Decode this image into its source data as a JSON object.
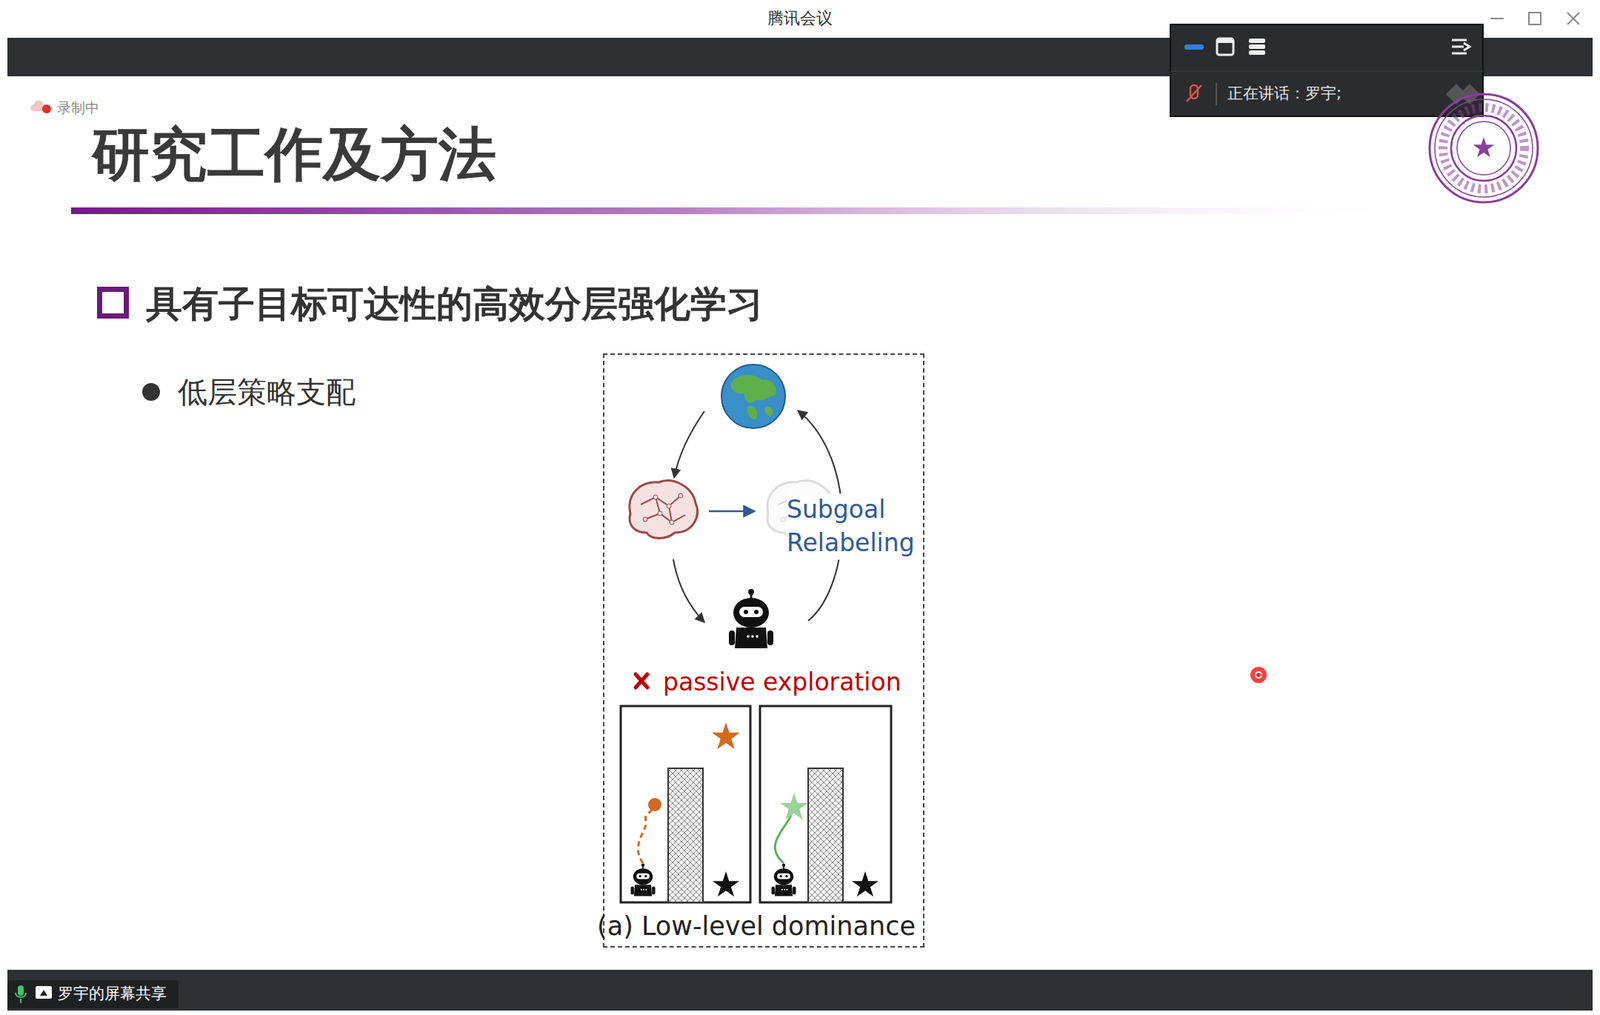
{
  "diagram": {
    "title": "研究工作及方法",
    "nodes": [
      {
        "text": [
          "Subgoal Relabeling",
          "passive exploration",
          "(a) Low-level dominance"
        ]
      }
    ],
    "labels": [
      "腾讯会议",
      "录制中",
      "正在讲话：罗宇;",
      "具有子目标可达性的高效分层强化学习",
      "低层策略支配",
      "罗宇的屏幕共享"
    ]
  }
}
